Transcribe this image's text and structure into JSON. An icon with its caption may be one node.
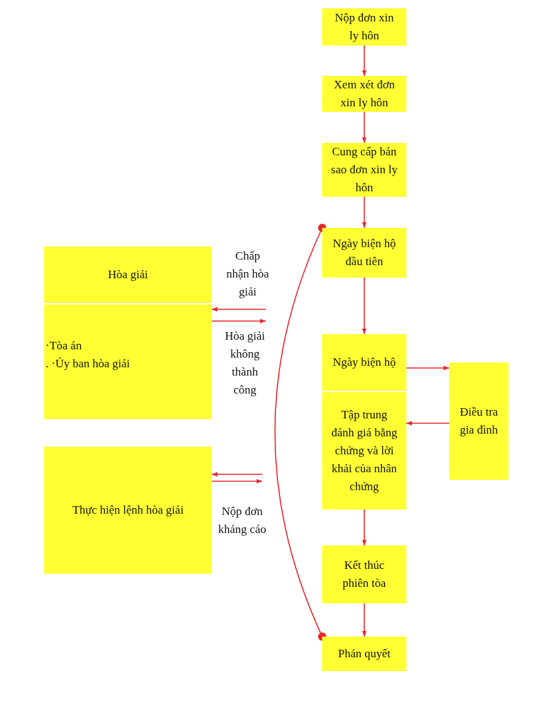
{
  "diagram": {
    "nodes": [
      {
        "text": [
          "Nộp đơn xin ly hôn"
        ]
      },
      {
        "text": [
          "Xem xét đơn xin ly hôn"
        ]
      },
      {
        "text": [
          "Cung cấp bản sao đơn xin ly hôn"
        ]
      },
      {
        "text": [
          "Ngày biện hộ đầu tiên"
        ]
      },
      {
        "text": [
          "Ngày biện hộ"
        ]
      },
      {
        "text": [
          "Tập trung đánh giá bằng chứng và lời khải của nhân chứng"
        ]
      },
      {
        "text": [
          "Điều tra gia đình"
        ]
      },
      {
        "text": [
          "Kết thúc phiên tòa"
        ]
      },
      {
        "text": [
          "Phán quyết"
        ]
      },
      {
        "text": [
          "Hòa giải",
          "·Tòa án",
          ". ·Ủy ban hòa giải"
        ]
      },
      {
        "text": [
          "Thực hiện lệnh hòa giải"
        ]
      }
    ],
    "edges": [
      {
        "from": 0,
        "to": 1,
        "arrow": "to"
      },
      {
        "from": 1,
        "to": 2,
        "arrow": "to"
      },
      {
        "from": 2,
        "to": 3,
        "arrow": "to"
      },
      {
        "from": 3,
        "to": 4,
        "arrow": "to"
      },
      {
        "from": 4,
        "to": 6,
        "arrow": "to"
      },
      {
        "from": 6,
        "to": 5,
        "arrow": "to"
      },
      {
        "from": 5,
        "to": 7,
        "arrow": "to"
      },
      {
        "from": 7,
        "to": 8,
        "arrow": "to"
      },
      {
        "from": null,
        "to": 9,
        "arrow": "to",
        "label": "Chấp nhận hòa giải"
      },
      {
        "from": 9,
        "to": null,
        "arrow": "to",
        "label": "Hòa giải không thành công"
      },
      {
        "from": null,
        "to": 10,
        "arrow": "to"
      },
      {
        "from": 10,
        "to": null,
        "arrow": "to",
        "label": "Nộp đơn kháng cáo"
      },
      {
        "from": 3,
        "to": 8,
        "arrow": "other"
      }
    ]
  }
}
